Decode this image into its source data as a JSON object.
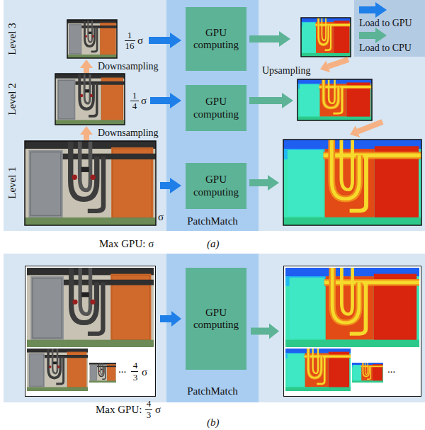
{
  "diagram": {
    "nodes": [
      {
        "text": [
          "PatchMatch"
        ]
      },
      {
        "text": [
          "GPU computing"
        ],
        "in": 0
      },
      {
        "text": [
          "GPU computing"
        ],
        "in": 0
      },
      {
        "text": [
          "GPU computing"
        ],
        "in": 0
      },
      {
        "text": [
          "...",
          "4",
          "3",
          "σ"
        ]
      },
      {
        "text": [
          "PatchMatch"
        ]
      },
      {
        "text": [
          "GPU computing"
        ],
        "in": 5
      },
      {
        "text": [
          "..."
        ]
      }
    ],
    "edges": [
      {
        "from": 4,
        "to": 6,
        "arrow": "to"
      },
      {
        "from": 6,
        "to": 7,
        "arrow": "to"
      }
    ],
    "labels": [
      "Level 3",
      "1",
      "16",
      "σ",
      "Downsampling",
      "Upsampling",
      "Level 2",
      "1",
      "4",
      "σ",
      "Downsampling",
      "Level 1",
      "σ",
      "Max GPU: σ",
      "(a)",
      "Max GPU:",
      "4",
      "3",
      "σ",
      "(b)"
    ],
    "legend": [
      {
        "text": "Load to GPU"
      },
      {
        "text": "Load to CPU"
      }
    ]
  }
}
